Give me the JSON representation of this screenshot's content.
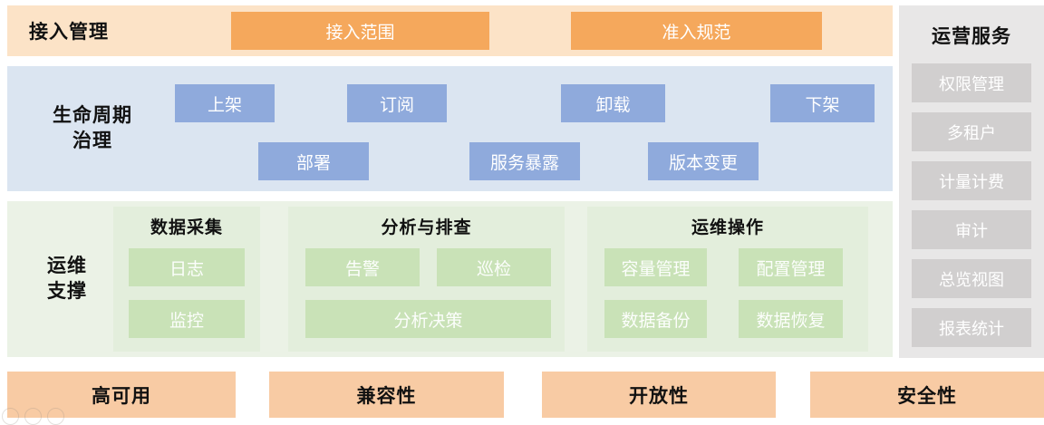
{
  "colors": {
    "access_band_bg": "#FCE3C7",
    "access_button_bg": "#F5A85C",
    "lifecycle_band_bg": "#DBE5F1",
    "lifecycle_button_bg": "#8FAADC",
    "ops_band_bg": "#EBF2E6",
    "ops_panel_bg": "#E3EEDC",
    "ops_button_bg": "#C9E2B7",
    "services_band_bg": "#E8E7E7",
    "services_button_bg": "#D1CFCF",
    "quality_box_bg": "#F8CBA4",
    "title_text": "#111111",
    "button_text": "#FFFFFF"
  },
  "access": {
    "title": "接入管理",
    "buttons": [
      "接入范围",
      "准入规范"
    ]
  },
  "lifecycle": {
    "title_lines": [
      "生命周期",
      "治理"
    ],
    "row1": [
      "上架",
      "订阅",
      "卸载",
      "下架"
    ],
    "row2": [
      "部署",
      "服务暴露",
      "版本变更"
    ]
  },
  "ops": {
    "title_lines": [
      "运维",
      "支撑"
    ],
    "groups": [
      {
        "title": "数据采集",
        "buttons": [
          "日志",
          "监控"
        ]
      },
      {
        "title": "分析与排查",
        "buttons": [
          "告警",
          "巡检",
          "分析决策"
        ]
      },
      {
        "title": "运维操作",
        "buttons": [
          "容量管理",
          "配置管理",
          "数据备份",
          "数据恢复"
        ]
      }
    ]
  },
  "services": {
    "title": "运营服务",
    "items": [
      "权限管理",
      "多租户",
      "计量计费",
      "审计",
      "总览视图",
      "报表统计"
    ]
  },
  "qualities": [
    "高可用",
    "兼容性",
    "开放性",
    "安全性"
  ]
}
